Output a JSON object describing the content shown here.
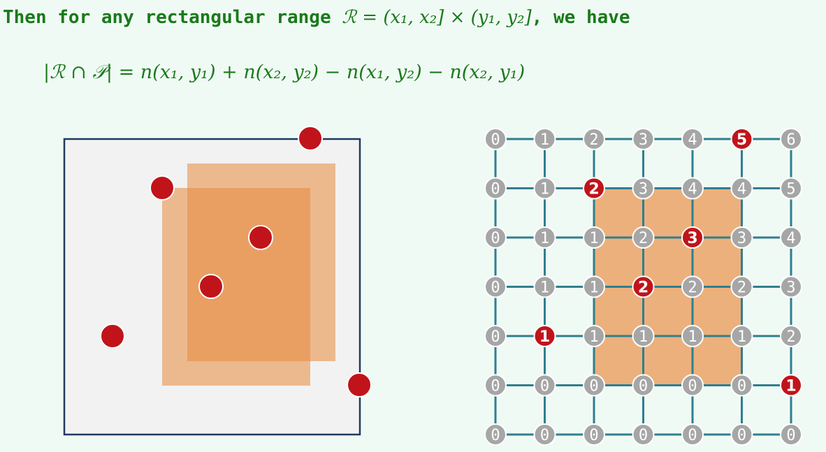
{
  "header": {
    "lead": "Then for any rectangular range ",
    "range_math": "ℛ = (x₁, x₂] × (y₁, y₂]",
    "tail": ", we have"
  },
  "formula": {
    "text": "|ℛ ∩ 𝒫|  =  n(x₁, y₁) + n(x₂, y₂) − n(x₁, y₂) − n(x₂, y₁)"
  },
  "colors": {
    "text_green": "#1a7a1a",
    "point_red": "#c0141a",
    "node_gray": "#a6a6a6",
    "edge_teal": "#2e7f8f",
    "frame_navy": "#1f3a60",
    "panel_gray": "#f2f2f2",
    "range_light": "#ecb07c",
    "range_dark": "#e88a3e"
  },
  "grid": {
    "rows": [
      [
        "0",
        "1",
        "2",
        "3",
        "4",
        "5",
        "6"
      ],
      [
        "0",
        "1",
        "2",
        "3",
        "4",
        "4",
        "5"
      ],
      [
        "0",
        "1",
        "1",
        "2",
        "3",
        "3",
        "4"
      ],
      [
        "0",
        "1",
        "1",
        "2",
        "2",
        "2",
        "3"
      ],
      [
        "0",
        "1",
        "1",
        "1",
        "1",
        "1",
        "2"
      ],
      [
        "0",
        "0",
        "0",
        "0",
        "0",
        "0",
        "1"
      ],
      [
        "0",
        "0",
        "0",
        "0",
        "0",
        "0",
        "0"
      ]
    ],
    "highlighted": [
      [
        0,
        5
      ],
      [
        1,
        2
      ],
      [
        2,
        4
      ],
      [
        3,
        3
      ],
      [
        4,
        1
      ],
      [
        5,
        6
      ]
    ]
  }
}
